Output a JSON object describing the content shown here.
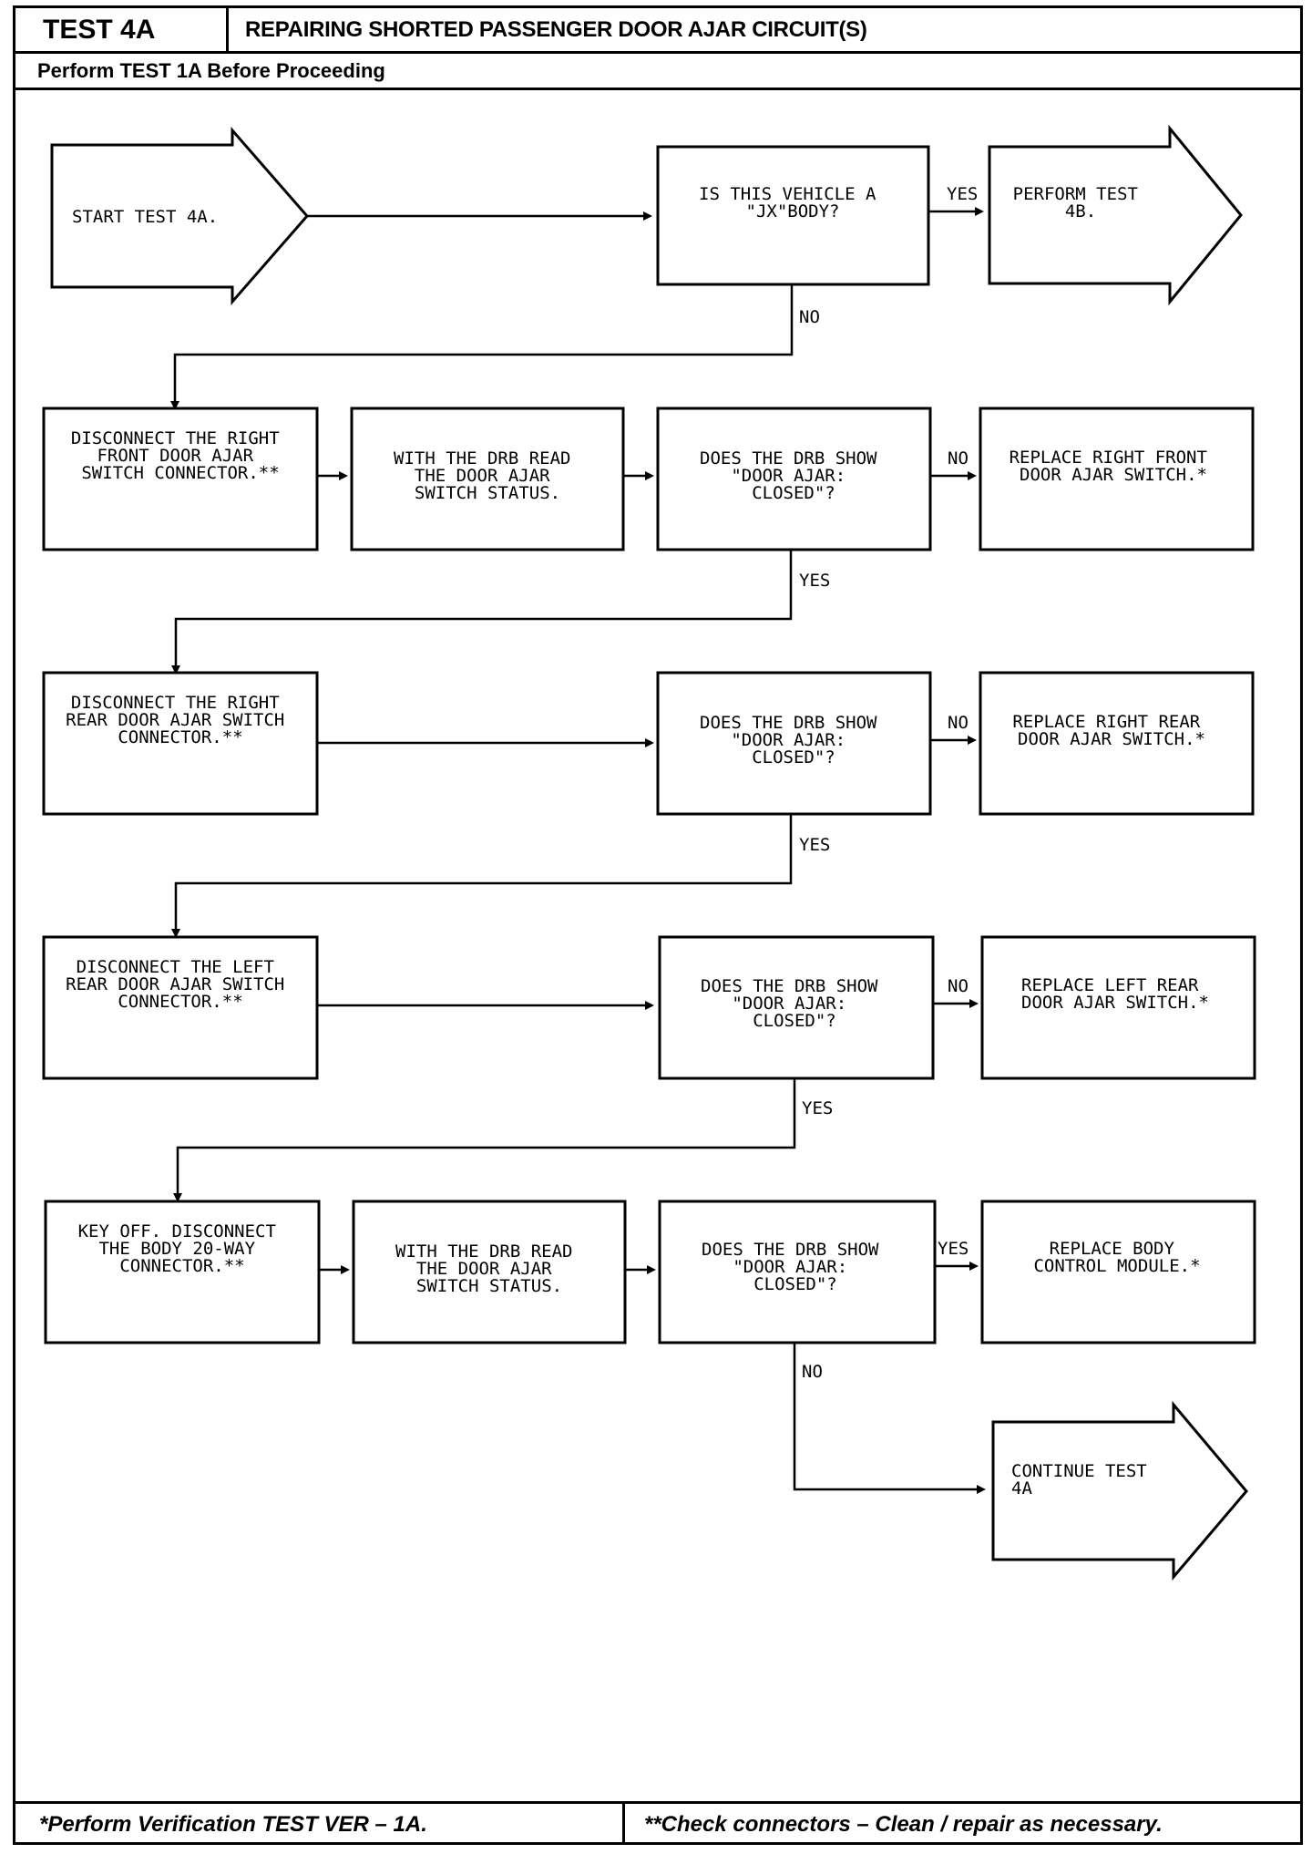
{
  "header": {
    "test_id": "TEST 4A",
    "title": "REPAIRING SHORTED PASSENGER DOOR AJAR CIRCUIT(S)",
    "prerequisite": "Perform TEST 1A Before Proceeding"
  },
  "footer": {
    "left_note": "*Perform Verification TEST VER – 1A.",
    "right_note": "**Check connectors – Clean / repair as necessary."
  },
  "nodes": {
    "start": [
      "START TEST 4A."
    ],
    "q_jx": [
      "IS THIS VEHICLE A",
      "\"JX\"BODY?"
    ],
    "perform_4b": [
      "PERFORM TEST",
      "4B."
    ],
    "disc_rf": [
      "DISCONNECT THE RIGHT",
      "FRONT DOOR AJAR",
      "SWITCH CONNECTOR.**"
    ],
    "read_1": [
      "WITH THE DRB READ",
      "THE DOOR AJAR",
      "SWITCH STATUS."
    ],
    "q_closed_1": [
      "DOES THE DRB SHOW",
      "\"DOOR AJAR:",
      "CLOSED\"?"
    ],
    "rep_rf": [
      "REPLACE RIGHT FRONT",
      "DOOR AJAR SWITCH.*"
    ],
    "disc_rr": [
      "DISCONNECT THE RIGHT",
      "REAR DOOR AJAR SWITCH",
      "CONNECTOR.**"
    ],
    "q_closed_2": [
      "DOES THE DRB SHOW",
      "\"DOOR AJAR:",
      "CLOSED\"?"
    ],
    "rep_rr": [
      "REPLACE RIGHT REAR",
      "DOOR AJAR SWITCH.*"
    ],
    "disc_lr": [
      "DISCONNECT THE LEFT",
      "REAR DOOR AJAR SWITCH",
      "CONNECTOR.**"
    ],
    "q_closed_3": [
      "DOES THE DRB SHOW",
      "\"DOOR AJAR:",
      "CLOSED\"?"
    ],
    "rep_lr": [
      "REPLACE LEFT REAR",
      "DOOR AJAR SWITCH.*"
    ],
    "key_off": [
      "KEY OFF. DISCONNECT",
      "THE BODY 20-WAY",
      "CONNECTOR.**"
    ],
    "read_2": [
      "WITH THE DRB READ",
      "THE DOOR AJAR",
      "SWITCH STATUS."
    ],
    "q_closed_4": [
      "DOES THE DRB SHOW",
      "\"DOOR AJAR:",
      "CLOSED\"?"
    ],
    "rep_bcm": [
      "REPLACE BODY",
      "CONTROL MODULE.*"
    ],
    "continue_4a": [
      "CONTINUE TEST",
      "4A"
    ]
  },
  "labels": {
    "jx_yes": "YES",
    "jx_no": "NO",
    "q1_no": "NO",
    "q1_yes": "YES",
    "q2_no": "NO",
    "q2_yes": "YES",
    "q3_no": "NO",
    "q3_yes": "YES",
    "q4_yes": "YES",
    "q4_no": "NO"
  }
}
